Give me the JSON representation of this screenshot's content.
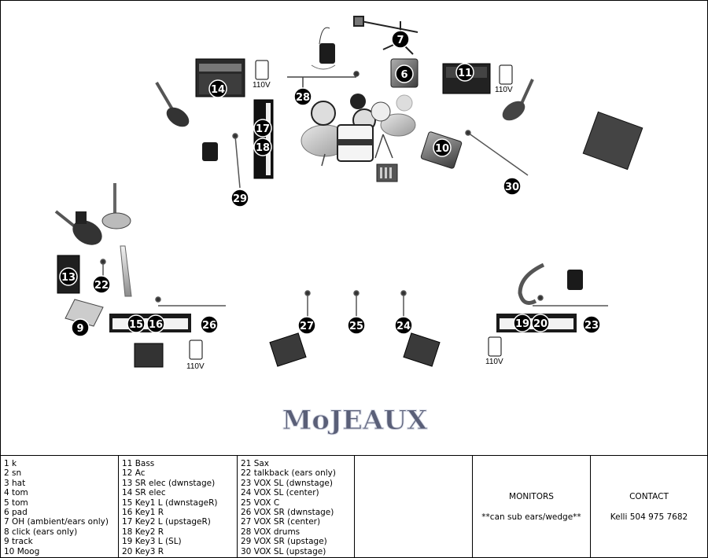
{
  "badges": [
    "7",
    "6",
    "11",
    "14",
    "28",
    "17",
    "18",
    "10",
    "30",
    "29",
    "13",
    "22",
    "9",
    "15",
    "16",
    "26",
    "27",
    "25",
    "24",
    "19",
    "20",
    "23"
  ],
  "outlets": [
    {
      "label": "110V"
    },
    {
      "label": "110V"
    },
    {
      "label": "110V"
    },
    {
      "label": "110V"
    }
  ],
  "logo": "MoJEAUX",
  "legend": {
    "col1": [
      "1   k",
      "2   sn",
      "3   hat",
      "4   tom",
      "5   tom",
      "6   pad",
      "7   OH (ambient/ears only)",
      "8   click (ears only)",
      "9   track",
      "10 Moog"
    ],
    "col2": [
      "11 Bass",
      "12 Ac",
      "13 SR elec (dwnstage)",
      "14 SR elec",
      "15 Key1 L (dwnstageR)",
      "16 Key1 R",
      "17 Key2 L (upstageR)",
      "18 Key2 R",
      "19 Key3 L (SL)",
      "20 Key3 R"
    ],
    "col3": [
      "21 Sax",
      "22 talkback (ears only)",
      "23 VOX SL (dwnstage)",
      "24 VOX SL (center)",
      "25 VOX C",
      "26 VOX SR (dwnstage)",
      "27 VOX SR (center)",
      "28 VOX drums",
      "29 VOX SR (upstage)",
      "30 VOX SL (upstage)"
    ],
    "monitors": {
      "title": "MONITORS",
      "note": "**can sub ears/wedge**"
    },
    "contact": {
      "title": "CONTACT",
      "value": "Kelli 504 975 7682"
    }
  }
}
